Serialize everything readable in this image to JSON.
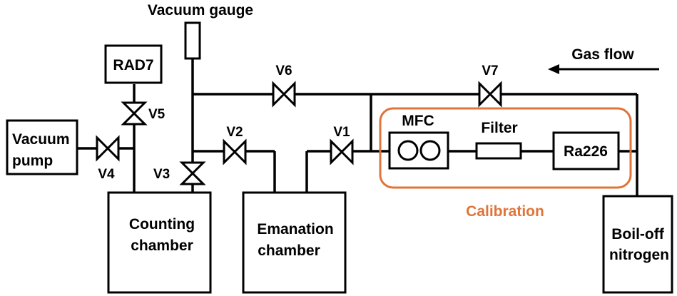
{
  "labels": {
    "vacuum_gauge": "Vacuum gauge",
    "rad7": "RAD7",
    "vacuum_pump_line1": "Vacuum",
    "vacuum_pump_line2": "pump",
    "counting_chamber_line1": "Counting",
    "counting_chamber_line2": "chamber",
    "emanation_chamber_line1": "Emanation",
    "emanation_chamber_line2": "chamber",
    "boiloff_line1": "Boil-off",
    "boiloff_line2": "nitrogen",
    "mfc": "MFC",
    "filter": "Filter",
    "ra226": "Ra226",
    "calibration": "Calibration",
    "gas_flow": "Gas flow"
  },
  "valves": {
    "v1": "V1",
    "v2": "V2",
    "v3": "V3",
    "v4": "V4",
    "v5": "V5",
    "v6": "V6",
    "v7": "V7"
  },
  "colors": {
    "calibration": "#E0743A",
    "line": "#000000"
  }
}
